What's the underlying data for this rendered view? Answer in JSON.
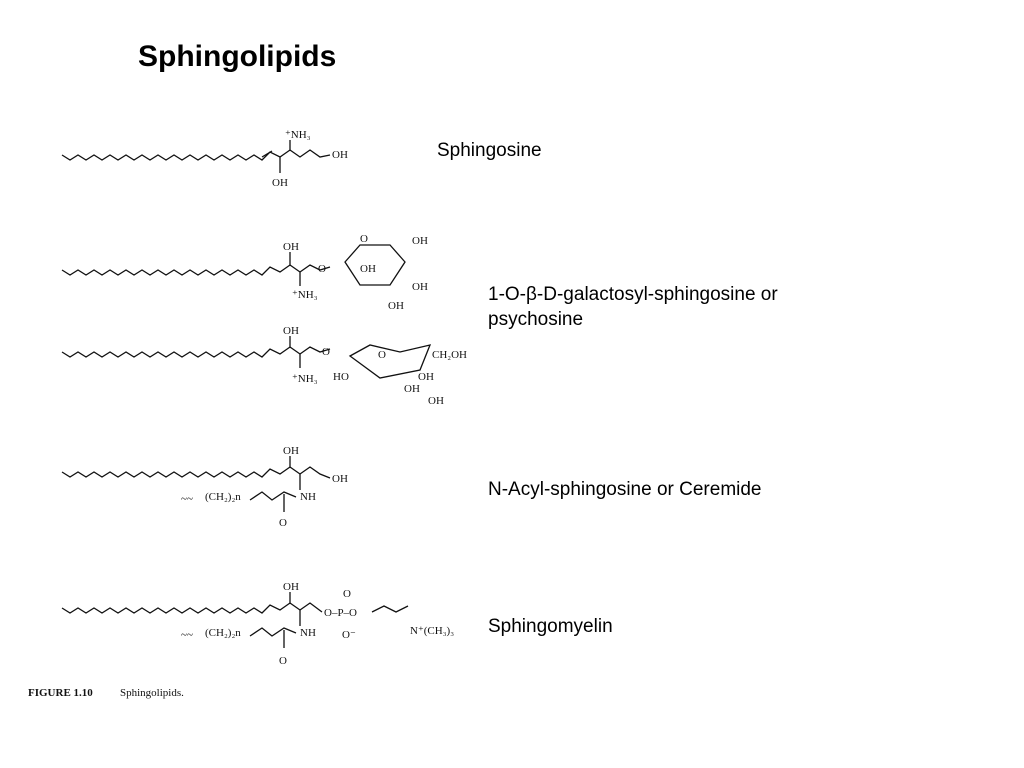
{
  "title": "Sphingolipids",
  "labels": {
    "sphingosine": "Sphingosine",
    "psychosine_line1": "1-O-β-D-galactosyl-sphingosine or",
    "psychosine_line2": "psychosine",
    "ceramide": "N-Acyl-sphingosine or Ceremide",
    "sphingomyelin": "Sphingomyelin"
  },
  "figure": {
    "caption_number": "FIGURE 1.10",
    "caption_text": "Sphingolipids.",
    "atoms": {
      "nh3": "⁺NH₃",
      "oh": "OH",
      "nh": "NH",
      "o": "O",
      "ch2oh": "CH₂OH",
      "ho": "HO",
      "o_minus": "O⁻",
      "p": "P",
      "ch2n": "(CH₂)₂n",
      "ch2n_prefix": "~~",
      "n_ch3": "N⁺(CH₃)₃",
      "o_p_o": "O–P–O"
    }
  }
}
